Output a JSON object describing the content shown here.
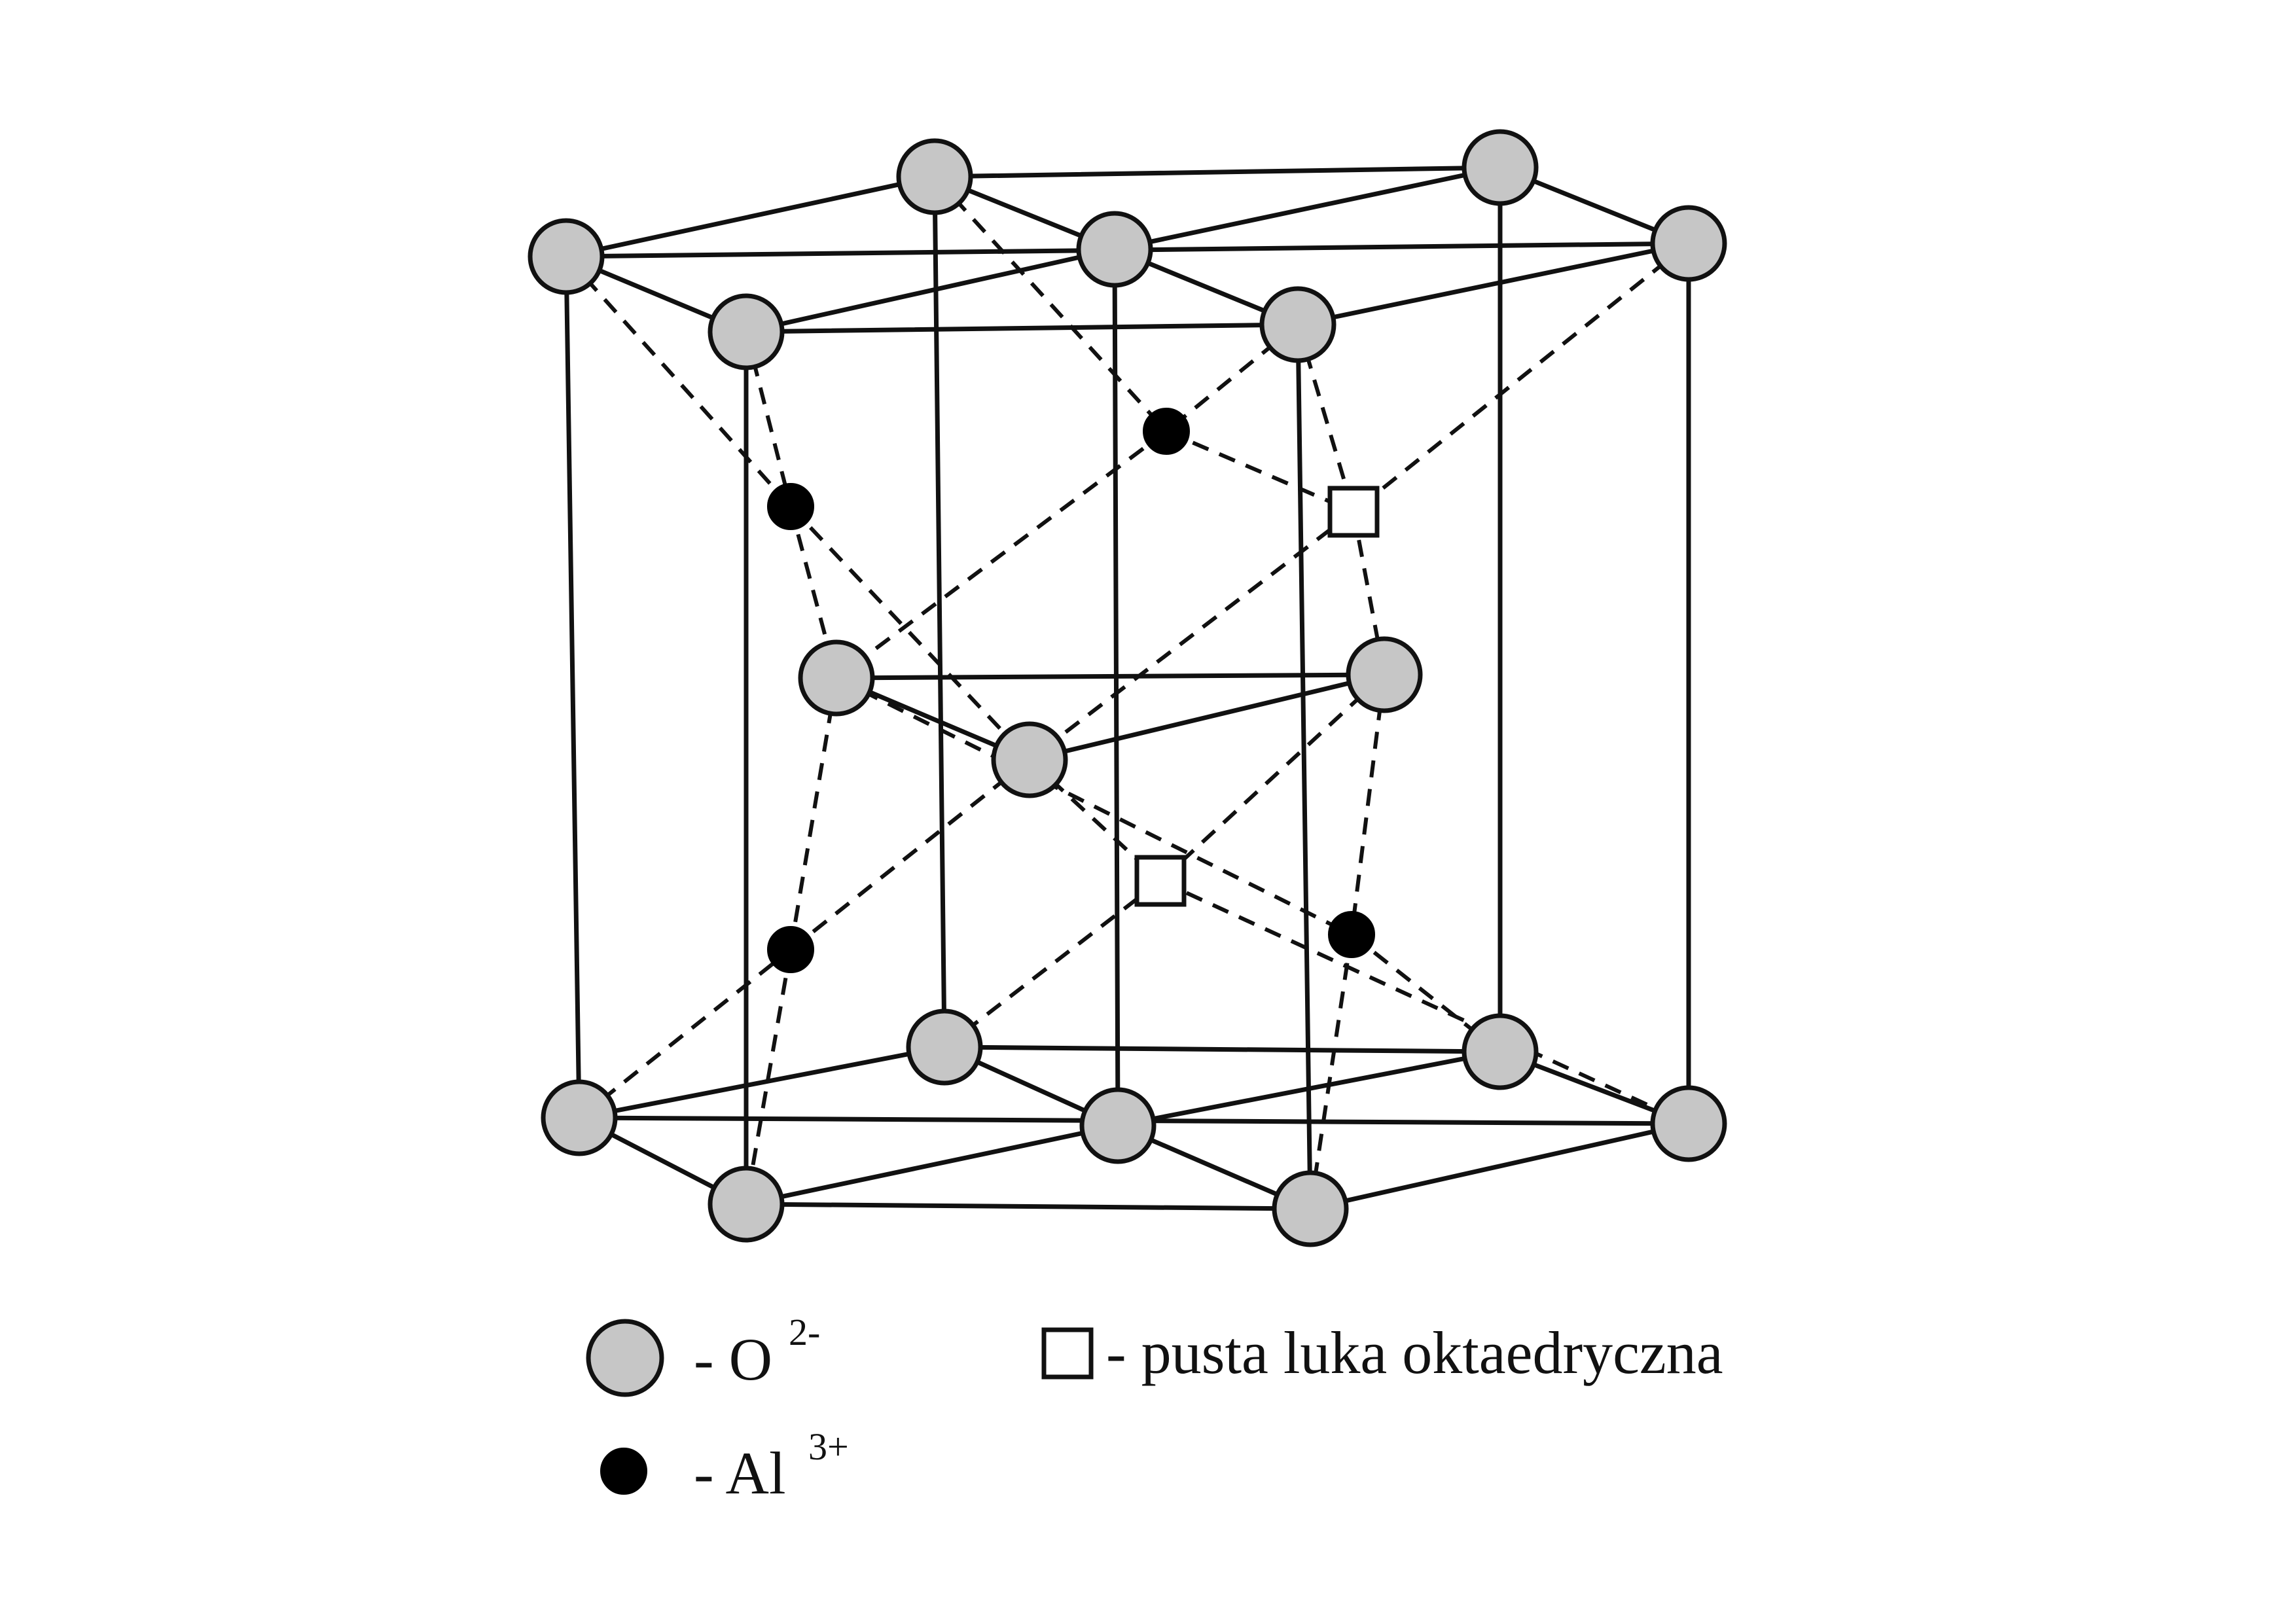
{
  "legend": {
    "oxygen": {
      "prefix": "- O",
      "charge": "2-"
    },
    "aluminum": {
      "prefix": "- Al",
      "charge": "3+"
    },
    "vacancy": {
      "label": "- pusta luka oktaedryczna"
    }
  },
  "colors": {
    "oxygen_fill": "#c6c6c6",
    "aluminum_fill": "#000000",
    "vacancy_fill": "#ffffff",
    "line": "#111111"
  }
}
